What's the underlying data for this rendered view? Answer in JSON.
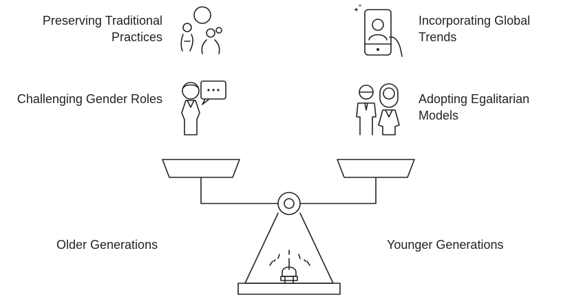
{
  "left_items": [
    {
      "label": "Preserving Traditional Practices",
      "icon": "family-icon"
    },
    {
      "label": "Challenging Gender Roles",
      "icon": "woman-speech-bubble-icon"
    }
  ],
  "right_items": [
    {
      "label": "Incorporating Global Trends",
      "icon": "smartphone-video-call-icon"
    },
    {
      "label": "Adopting Egalitarian Models",
      "icon": "couple-icon"
    }
  ],
  "sides": {
    "left": "Older Generations",
    "right": "Younger Generations"
  }
}
